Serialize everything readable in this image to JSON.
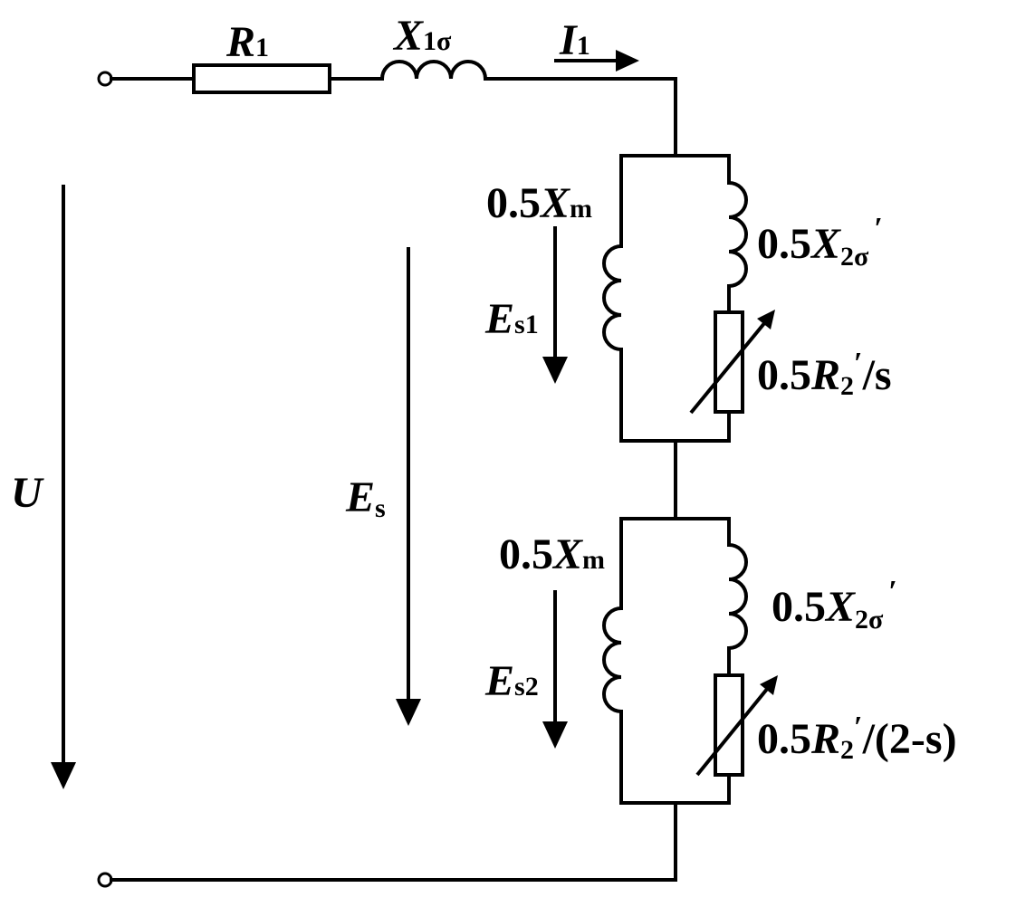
{
  "labels": {
    "r1": {
      "main": "R",
      "sub": "1"
    },
    "x1s": {
      "main": "X",
      "sub": "1σ"
    },
    "i1": {
      "main": "I",
      "sub": "1"
    },
    "u": "U",
    "es": {
      "main": "E",
      "sub": "s"
    },
    "upper": {
      "xm_coef": "0.5",
      "xm_main": "X",
      "xm_sub": "m",
      "x2_coef": "0.5",
      "x2_main": "X",
      "x2_sub": "2σ",
      "x2_prime": "′",
      "r2_coef": "0.5",
      "r2_main": "R",
      "r2_sub": "2",
      "r2_prime": "′",
      "r2_tail": "/s",
      "e_main": "E",
      "e_sub": "s1"
    },
    "lower": {
      "xm_coef": "0.5",
      "xm_main": "X",
      "xm_sub": "m",
      "x2_coef": "0.5",
      "x2_main": "X",
      "x2_sub": "2σ",
      "x2_prime": "′",
      "r2_coef": "0.5",
      "r2_main": "R",
      "r2_sub": "2",
      "r2_prime": "′",
      "r2_tail": "/(2-s)",
      "e_main": "E",
      "e_sub": "s2"
    }
  }
}
